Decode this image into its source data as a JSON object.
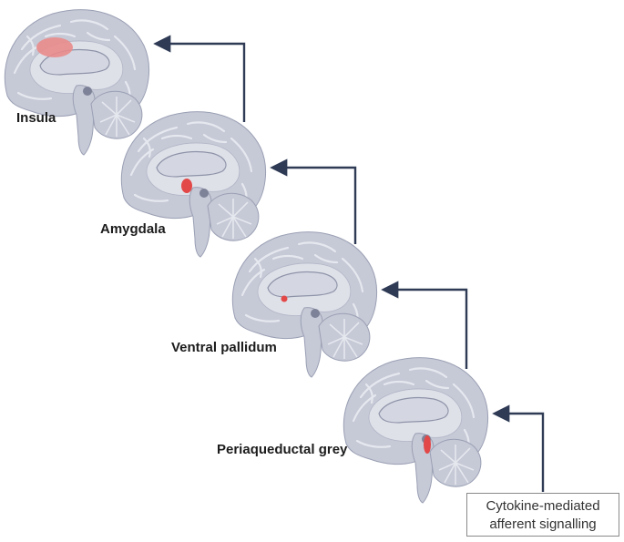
{
  "diagram": {
    "regions": [
      {
        "id": "insula",
        "label": "Insula",
        "color": "#e98c8c"
      },
      {
        "id": "amygdala",
        "label": "Amygdala",
        "color": "#e24848"
      },
      {
        "id": "ventral_pallidum",
        "label": "Ventral pallidum",
        "color": "#e24848"
      },
      {
        "id": "periaqueductal_grey",
        "label": "Periaqueductal grey",
        "color": "#e24848"
      }
    ],
    "source": {
      "line1": "Cytokine-mediated",
      "line2": "afferent signalling"
    },
    "colors": {
      "brain_fill": "#c6c9d6",
      "brain_stroke": "#9aa0b4",
      "gyri": "#e6e8ef",
      "inner": "#dfe1e9",
      "ventricle": "#9ea3b6",
      "arrow": "#2f3b55"
    }
  }
}
